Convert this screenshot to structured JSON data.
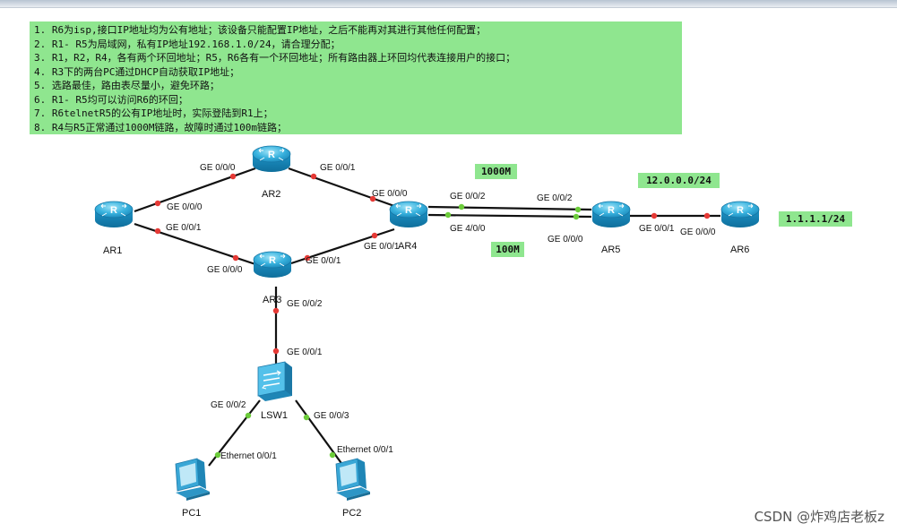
{
  "requirements": [
    "1. R6为isp,接口IP地址均为公有地址；该设备只能配置IP地址，之后不能再对其进行其他任何配置；",
    "2. R1- R5为局域网，私有IP地址192.168.1.0/24，请合理分配；",
    "3. R1，R2，R4，各有两个环回地址；R5，R6各有一个环回地址；所有路由器上环回均代表连接用户的接口；",
    "4. R3下的两台PC通过DHCP自动获取IP地址；",
    "5. 选路最佳，路由表尽量小，避免环路；",
    "6. R1- R5均可以访问R6的环回；",
    "7. R6telnetR5的公有IP地址时，实际登陆到R1上；",
    "8. R4与R5正常通过1000M链路，故障时通过100m链路；"
  ],
  "tags": {
    "link_1000m": "1000M",
    "link_100m": "100M",
    "public_net": "12.0.0.0/24",
    "r6_loopback": "1.1.1.1/24"
  },
  "devices": {
    "ar1": "AR1",
    "ar2": "AR2",
    "ar3": "AR3",
    "ar4": "AR4",
    "ar5": "AR5",
    "ar6": "AR6",
    "lsw1": "LSW1",
    "pc1": "PC1",
    "pc2": "PC2"
  },
  "ports": {
    "ar1_ar2": "GE 0/0/0",
    "ar2_ar1": "GE 0/0/0",
    "ar2_ar4": "GE 0/0/1",
    "ar4_ar2": "GE 0/0/0",
    "ar1_ar3": "GE 0/0/1",
    "ar3_ar1": "GE 0/0/0",
    "ar3_ar4": "GE 0/0/1",
    "ar4_ar3": "GE 0/0/1",
    "ar4_ar5_g": "GE 0/0/2",
    "ar5_ar4_g": "GE 0/0/2",
    "ar4_ar5_e": "GE 4/0/0",
    "ar5_ar4_e": "GE 0/0/0",
    "ar5_ar6": "GE 0/0/1",
    "ar6_ar5": "GE 0/0/0",
    "ar3_lsw": "GE 0/0/2",
    "lsw_ar3": "GE 0/0/1",
    "lsw_pc1": "GE 0/0/2",
    "lsw_pc2": "GE 0/0/3",
    "pc1_eth": "Ethernet 0/0/1",
    "pc2_eth": "Ethernet 0/0/1"
  },
  "watermark": "CSDN @炸鸡店老板z",
  "colors": {
    "highlight": "#8fe68f",
    "router": "#2fa8d8",
    "link": "#111111",
    "port_down": "#e53935",
    "port_up": "#6ccc3a"
  },
  "icons": {
    "router": "router-icon",
    "switch": "switch-icon",
    "pc": "pc-icon"
  }
}
